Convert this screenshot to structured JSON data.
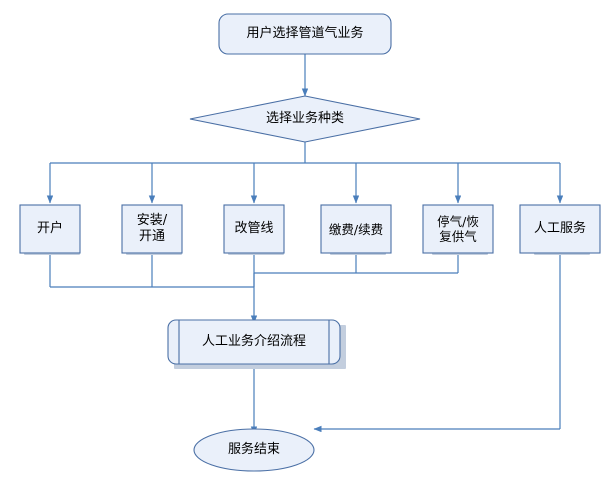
{
  "diagram": {
    "title": "",
    "colors": {
      "node_fill": "#eaf0fa",
      "node_stroke": "#4a6fa5",
      "line": "#4a7ebb",
      "text": "#000000",
      "shadow": "#b8c4d9"
    },
    "nodes": [
      {
        "id": "start",
        "shape": "rounded-rect",
        "label": "用户选择管道气业务"
      },
      {
        "id": "choose",
        "shape": "diamond",
        "label": "选择业务种类"
      },
      {
        "id": "opt-open",
        "shape": "rect",
        "label": "开户"
      },
      {
        "id": "opt-install",
        "shape": "rect",
        "label": "安装/\n开通"
      },
      {
        "id": "opt-pipe",
        "shape": "rect",
        "label": "改管线"
      },
      {
        "id": "opt-pay",
        "shape": "rect",
        "label": "缴费/续费"
      },
      {
        "id": "opt-stop",
        "shape": "rect",
        "label": "停气/恢\n复供气"
      },
      {
        "id": "opt-manual",
        "shape": "rect",
        "label": "人工服务"
      },
      {
        "id": "manual-flow",
        "shape": "process",
        "label": "人工业务介绍流程"
      },
      {
        "id": "end",
        "shape": "rounded-rect",
        "label": "服务结束"
      }
    ],
    "edges": [
      {
        "from": "start",
        "to": "choose",
        "arrow": true
      },
      {
        "from": "choose",
        "to": "opt-open",
        "arrow": true
      },
      {
        "from": "choose",
        "to": "opt-install",
        "arrow": true
      },
      {
        "from": "choose",
        "to": "opt-pipe",
        "arrow": true
      },
      {
        "from": "choose",
        "to": "opt-pay",
        "arrow": true
      },
      {
        "from": "choose",
        "to": "opt-stop",
        "arrow": true
      },
      {
        "from": "choose",
        "to": "opt-manual",
        "arrow": true
      },
      {
        "from": "opt-open",
        "to": "manual-flow",
        "arrow": true
      },
      {
        "from": "opt-install",
        "to": "manual-flow",
        "arrow": true
      },
      {
        "from": "opt-pipe",
        "to": "manual-flow",
        "arrow": true
      },
      {
        "from": "opt-pay",
        "to": "manual-flow",
        "arrow": true
      },
      {
        "from": "opt-stop",
        "to": "manual-flow",
        "arrow": true
      },
      {
        "from": "manual-flow",
        "to": "end",
        "arrow": true
      },
      {
        "from": "opt-manual",
        "to": "end",
        "arrow": true
      }
    ]
  }
}
